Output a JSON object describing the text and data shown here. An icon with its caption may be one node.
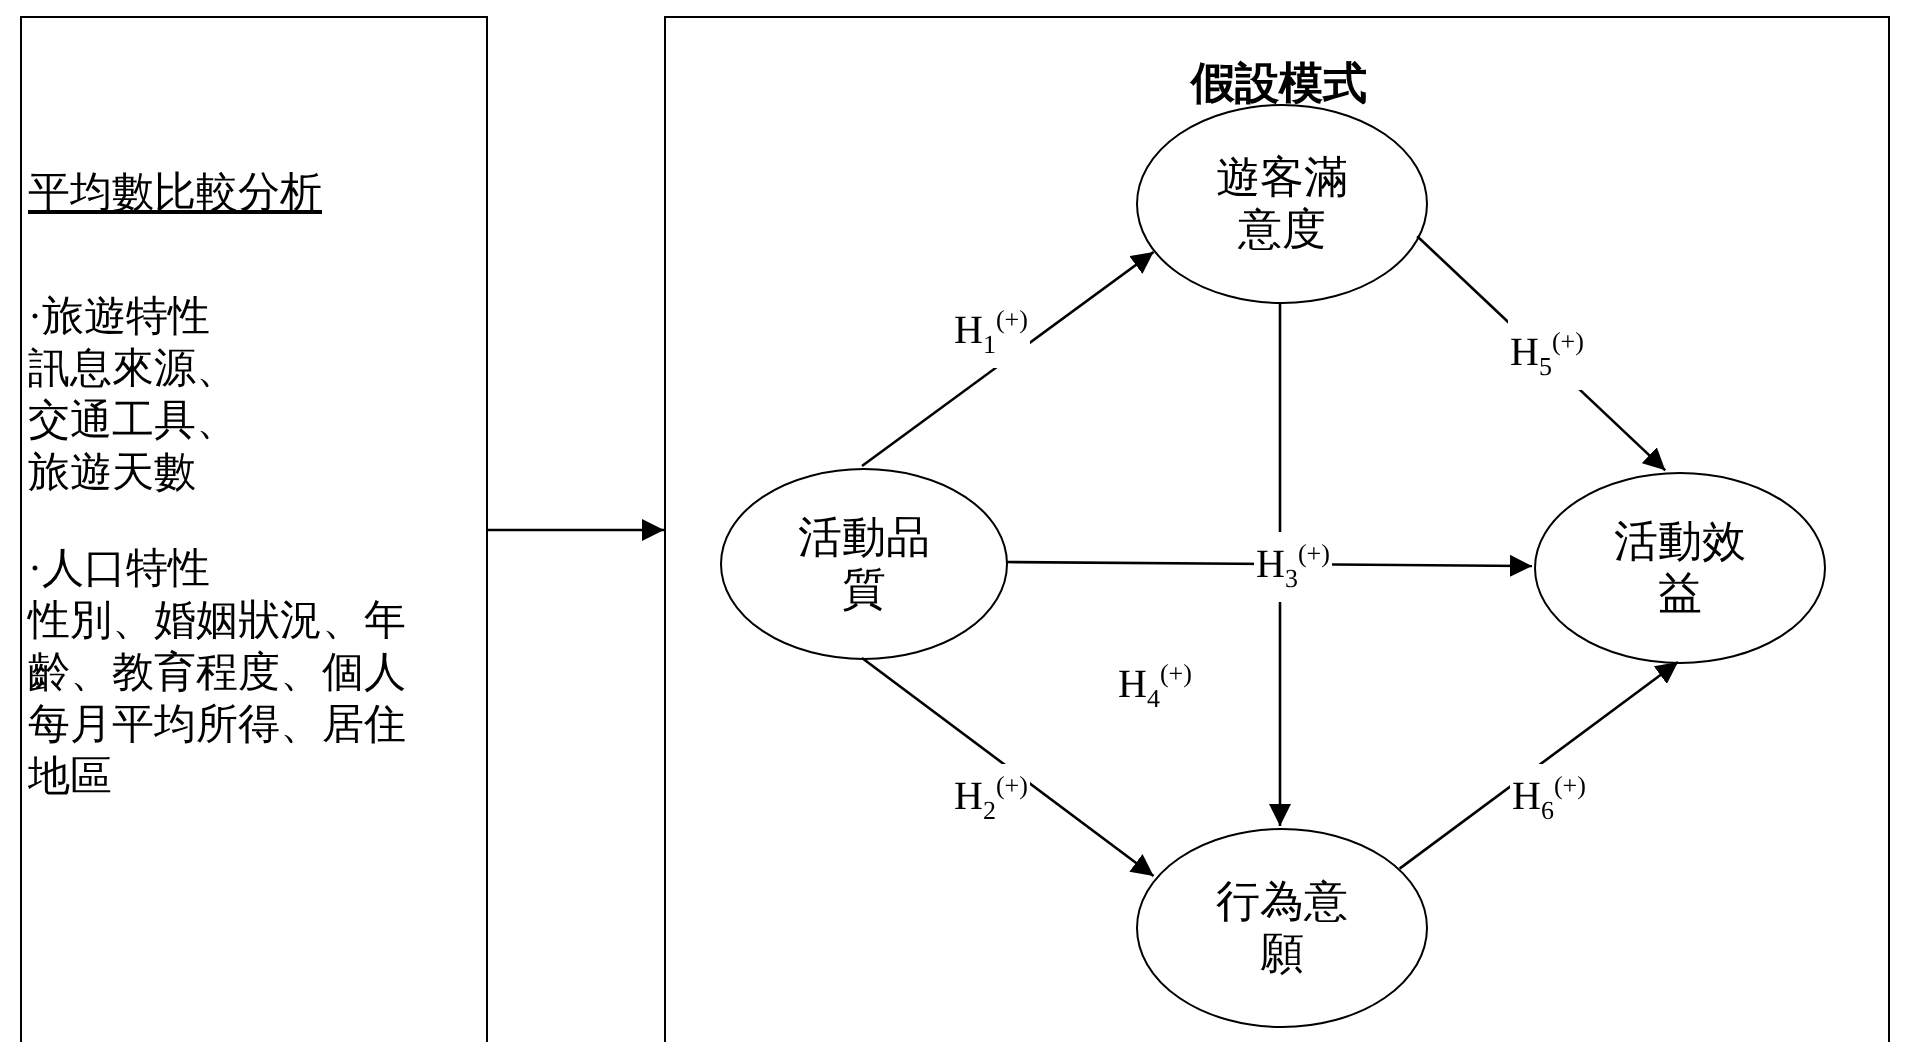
{
  "diagram": {
    "nodes": [
      {
        "text": [
          "平均數比較分析",
          "·旅遊特性",
          "訊息來源、交通工具、旅遊天數",
          "·人口特性",
          "性別、婚姻狀況、年齡、教育程度、個人每月平均所得、居住地區"
        ]
      },
      {
        "text": [
          "假設模式"
        ]
      },
      {
        "text": [
          "遊客滿意度"
        ],
        "in": 1
      },
      {
        "text": [
          "活動品質"
        ],
        "in": 1
      },
      {
        "text": [
          "活動效益"
        ],
        "in": 1
      },
      {
        "text": [
          "行為意願"
        ],
        "in": 1
      }
    ],
    "edges": [
      {
        "from": 0,
        "to": 1,
        "arrow": "to"
      },
      {
        "from": 3,
        "to": 2,
        "arrow": "to",
        "label": "H$_{1}$$^{(+)}$"
      },
      {
        "from": 3,
        "to": 5,
        "arrow": "to",
        "label": "H$_{2}$$^{(+)}$"
      },
      {
        "from": 3,
        "to": 4,
        "arrow": "to",
        "label": "H$_{3}$$^{(+)}$"
      },
      {
        "from": 2,
        "to": 5,
        "arrow": "to",
        "label": "H$_{4}$$^{(+)}$"
      },
      {
        "from": 2,
        "to": 4,
        "arrow": "to",
        "label": "H$_{5}$$^{(+)}$"
      },
      {
        "from": 5,
        "to": 4,
        "arrow": "to",
        "label": "H$_{6}$$^{(+)}$"
      }
    ]
  }
}
